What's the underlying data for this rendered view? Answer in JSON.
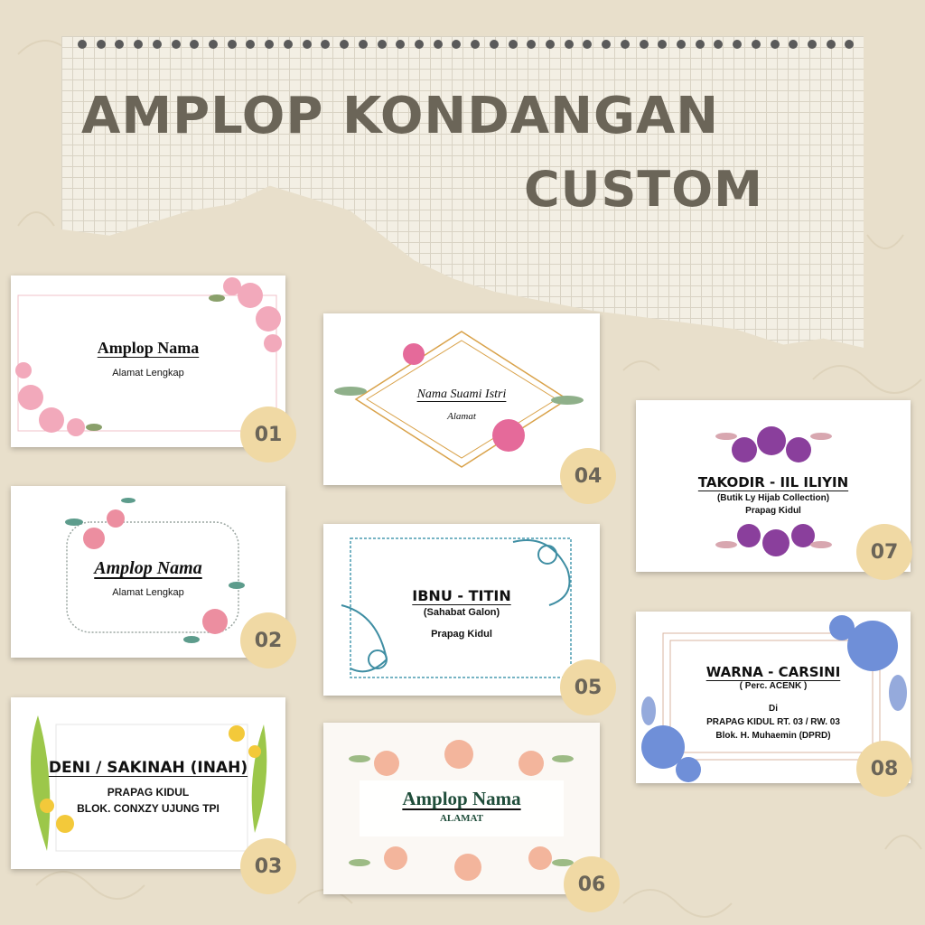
{
  "header": {
    "title_line1": "AMPLOP  KONDANGAN",
    "title_line2": "CUSTOM"
  },
  "cards": [
    {
      "number": "01",
      "title": "Amplop Nama",
      "subtitle": "Alamat Lengkap",
      "accent": "#e79bb0"
    },
    {
      "number": "02",
      "title": "Amplop Nama",
      "subtitle": "Alamat Lengkap",
      "accent": "#e37f93"
    },
    {
      "number": "03",
      "title": "DENI / SAKINAH (INAH)",
      "line1": "PRAPAG KIDUL",
      "line2": "BLOK. CONXZY UJUNG TPI",
      "accent": "#f2cf3a"
    },
    {
      "number": "04",
      "title": "Nama Suami Istri",
      "subtitle": "Alamat",
      "accent": "#d9a24a"
    },
    {
      "number": "05",
      "title": "IBNU - TITIN",
      "line1": "(Sahabat Galon)",
      "line2": "Prapag Kidul",
      "accent": "#3f8ea3"
    },
    {
      "number": "06",
      "title": "Amplop Nama",
      "subtitle": "ALAMAT",
      "accent": "#1f4d3a"
    },
    {
      "number": "07",
      "title": "TAKODIR - IIL ILIYIN",
      "line1": "(Butik Ly Hijab Collection)",
      "line2": "Prapag Kidul",
      "accent": "#8a3f9c"
    },
    {
      "number": "08",
      "title": "WARNA - CARSINI",
      "line1": "( Perc. ACENK )",
      "line2": "Di",
      "line3": "PRAPAG KIDUL RT. 03 / RW. 03",
      "line4": "Blok. H. Muhaemin (DPRD)",
      "accent": "#4f72c4"
    }
  ]
}
